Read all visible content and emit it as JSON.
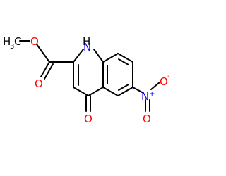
{
  "colors": {
    "carbon_bond": "#000000",
    "oxygen": "#ff0000",
    "nitrogen": "#0000ff",
    "hydrogen_label": "#000000"
  },
  "labels": {
    "methyl": "H",
    "methyl_sub": "3",
    "methyl_c": "C",
    "ester_o": "O",
    "carbonyl_o": "O",
    "ring_n": "N",
    "ring_h": "H",
    "ketone_o": "O",
    "nitro_n": "N",
    "nitro_plus": "+",
    "nitro_o_top": "O",
    "nitro_o_minus": "-",
    "nitro_o_bottom": "O"
  }
}
